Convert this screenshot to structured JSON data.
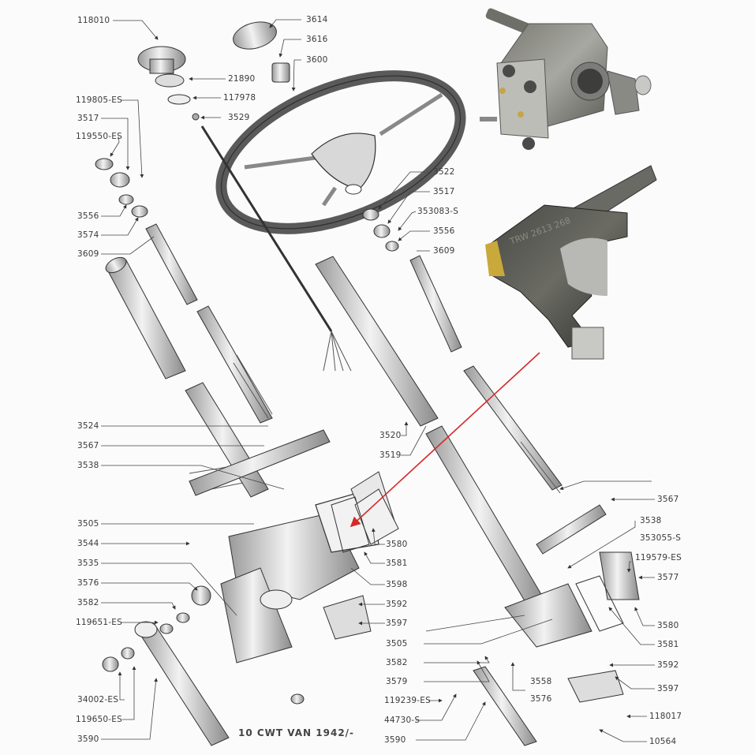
{
  "diagram": {
    "caption": "10 CWT VAN 1942/-",
    "arrow_color": "#d42a2a",
    "labels": {
      "l118010": "118010",
      "l3614": "3614",
      "l3616": "3616",
      "l3600": "3600",
      "l21890": "21890",
      "l117978": "117978",
      "l3529": "3529",
      "l119805": "119805-ES",
      "l3517a": "3517",
      "l119550": "119550-ES",
      "l3556a": "3556",
      "l3574": "3574",
      "l3609a": "3609",
      "l3522": "3522",
      "l3517b": "3517",
      "l353083": "353083-S",
      "l3556b": "3556",
      "l3609b": "3609",
      "l3524": "3524",
      "l3567a": "3567",
      "l3538a": "3538",
      "l3505a": "3505",
      "l3544": "3544",
      "l3535": "3535",
      "l3576a": "3576",
      "l3582a": "3582",
      "l119651": "119651-ES",
      "l34002": "34002-ES",
      "l119650": "119650-ES",
      "l3590a": "3590",
      "l3520": "3520",
      "l3519": "3519",
      "l3580a": "3580",
      "l3581a": "3581",
      "l3598": "3598",
      "l3592a": "3592",
      "l3597a": "3597",
      "l3505b": "3505",
      "l3582b": "3582",
      "l3579": "3579",
      "l119239": "119239-ES",
      "l44730": "44730-S",
      "l3590b": "3590",
      "l3558": "3558",
      "l3576b": "3576",
      "l3567b": "3567",
      "l3538b": "3538",
      "l353055": "353055-S",
      "l119579": "119579-ES",
      "l3577": "3577",
      "l3580b": "3580",
      "l3581b": "3581",
      "l3592b": "3592",
      "l3597b": "3597",
      "l118017": "118017",
      "l10564": "10564"
    }
  },
  "photos": {
    "top": "steering-gearbox-photo",
    "middle": "steering-box-casting-photo",
    "casting_text": "TRW 2613 268"
  }
}
